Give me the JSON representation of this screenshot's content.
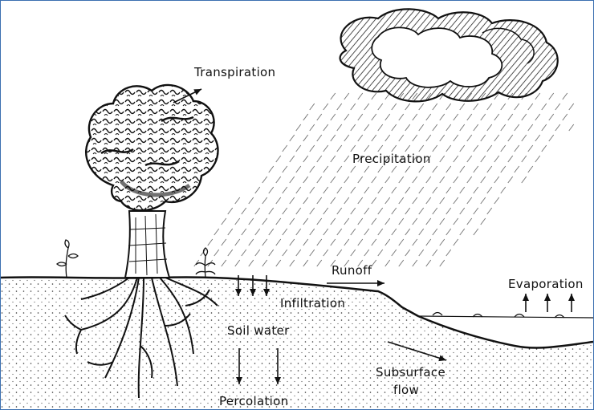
{
  "diagram": {
    "labels": {
      "transpiration": "Transpiration",
      "precipitation": "Precipitation",
      "runoff": "Runoff",
      "evaporation": "Evaporation",
      "infiltration": "Infiltration",
      "soil_water": "Soil water",
      "subsurface_flow_line1": "Subsurface",
      "subsurface_flow_line2": "flow",
      "percolation": "Percolation"
    },
    "colors": {
      "frame_border": "#3b6fb0",
      "ink": "#111111",
      "background": "#ffffff"
    },
    "icons": [
      "cloud-icon",
      "tree-icon",
      "plant-icon",
      "rain-streaks",
      "arrow-icon"
    ]
  }
}
